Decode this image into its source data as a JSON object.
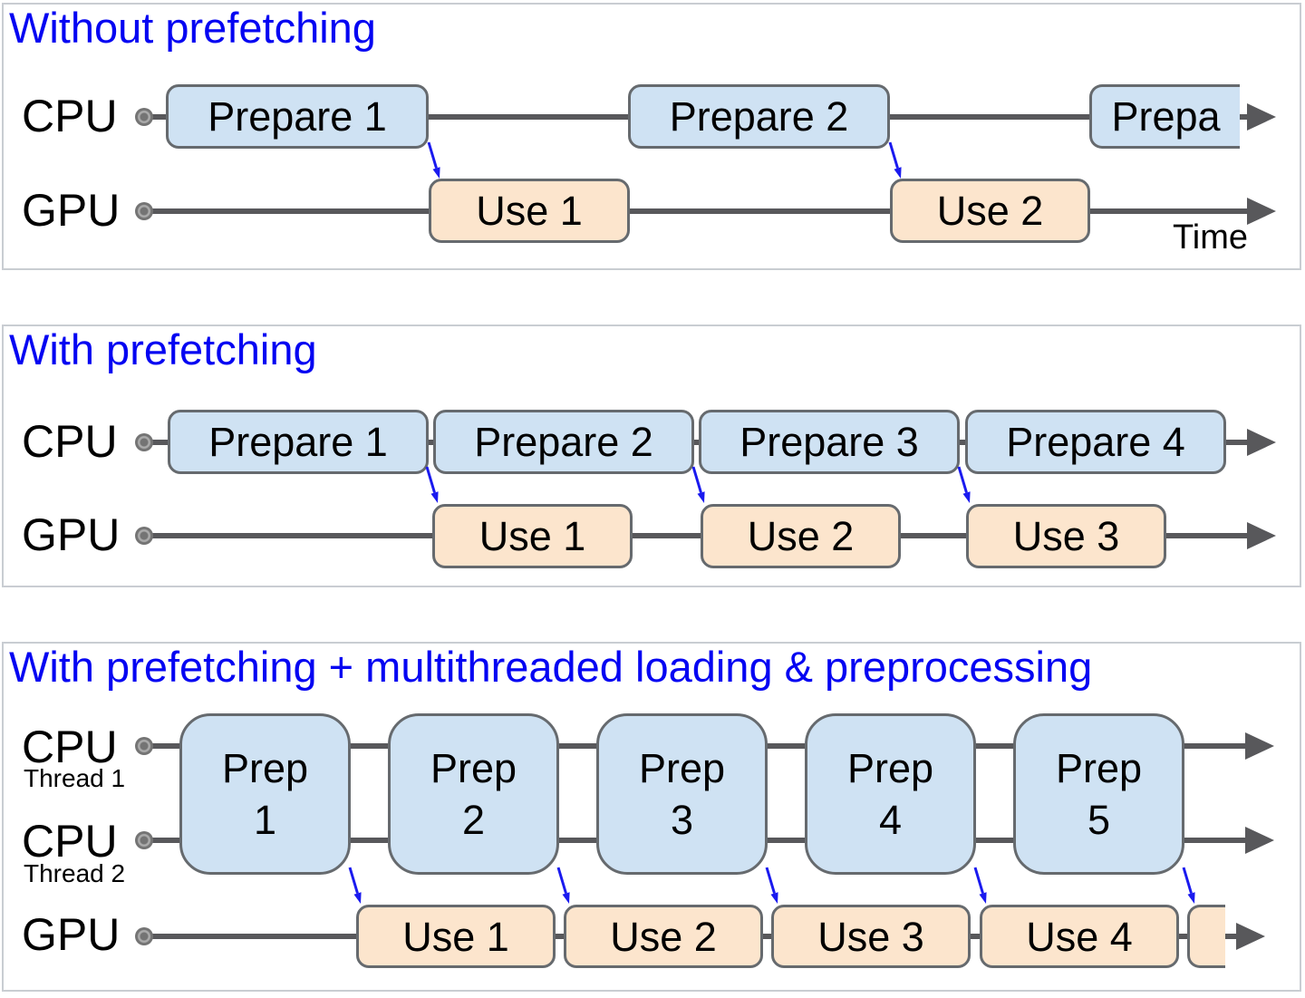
{
  "colors": {
    "title_blue": "#0404f2",
    "prepare_box_fill": "#cfe2f3",
    "use_box_fill": "#fce5cd",
    "box_border": "#666a6e",
    "timeline_gray": "#58585b",
    "prefetch_arrow_blue": "#1a1aef"
  },
  "panels": [
    {
      "title": "Without prefetching",
      "rows": [
        {
          "label": "CPU"
        },
        {
          "label": "GPU"
        }
      ],
      "prepare": [
        "Prepare 1",
        "Prepare 2",
        "Prepa"
      ],
      "use": [
        "Use 1",
        "Use 2"
      ],
      "time_label": "Time"
    },
    {
      "title": "With prefetching",
      "rows": [
        {
          "label": "CPU"
        },
        {
          "label": "GPU"
        }
      ],
      "prepare": [
        "Prepare 1",
        "Prepare 2",
        "Prepare 3",
        "Prepare 4"
      ],
      "use": [
        "Use 1",
        "Use 2",
        "Use 3"
      ]
    },
    {
      "title": "With prefetching + multithreaded loading & preprocessing",
      "rows": [
        {
          "label": "CPU",
          "sublabel": "Thread 1"
        },
        {
          "label": "CPU",
          "sublabel": "Thread 2"
        },
        {
          "label": "GPU"
        }
      ],
      "prepare": [
        {
          "word": "Prep",
          "num": "1"
        },
        {
          "word": "Prep",
          "num": "2"
        },
        {
          "word": "Prep",
          "num": "3"
        },
        {
          "word": "Prep",
          "num": "4"
        },
        {
          "word": "Prep",
          "num": "5"
        }
      ],
      "use": [
        "Use 1",
        "Use 2",
        "Use 3",
        "Use 4"
      ]
    }
  ]
}
